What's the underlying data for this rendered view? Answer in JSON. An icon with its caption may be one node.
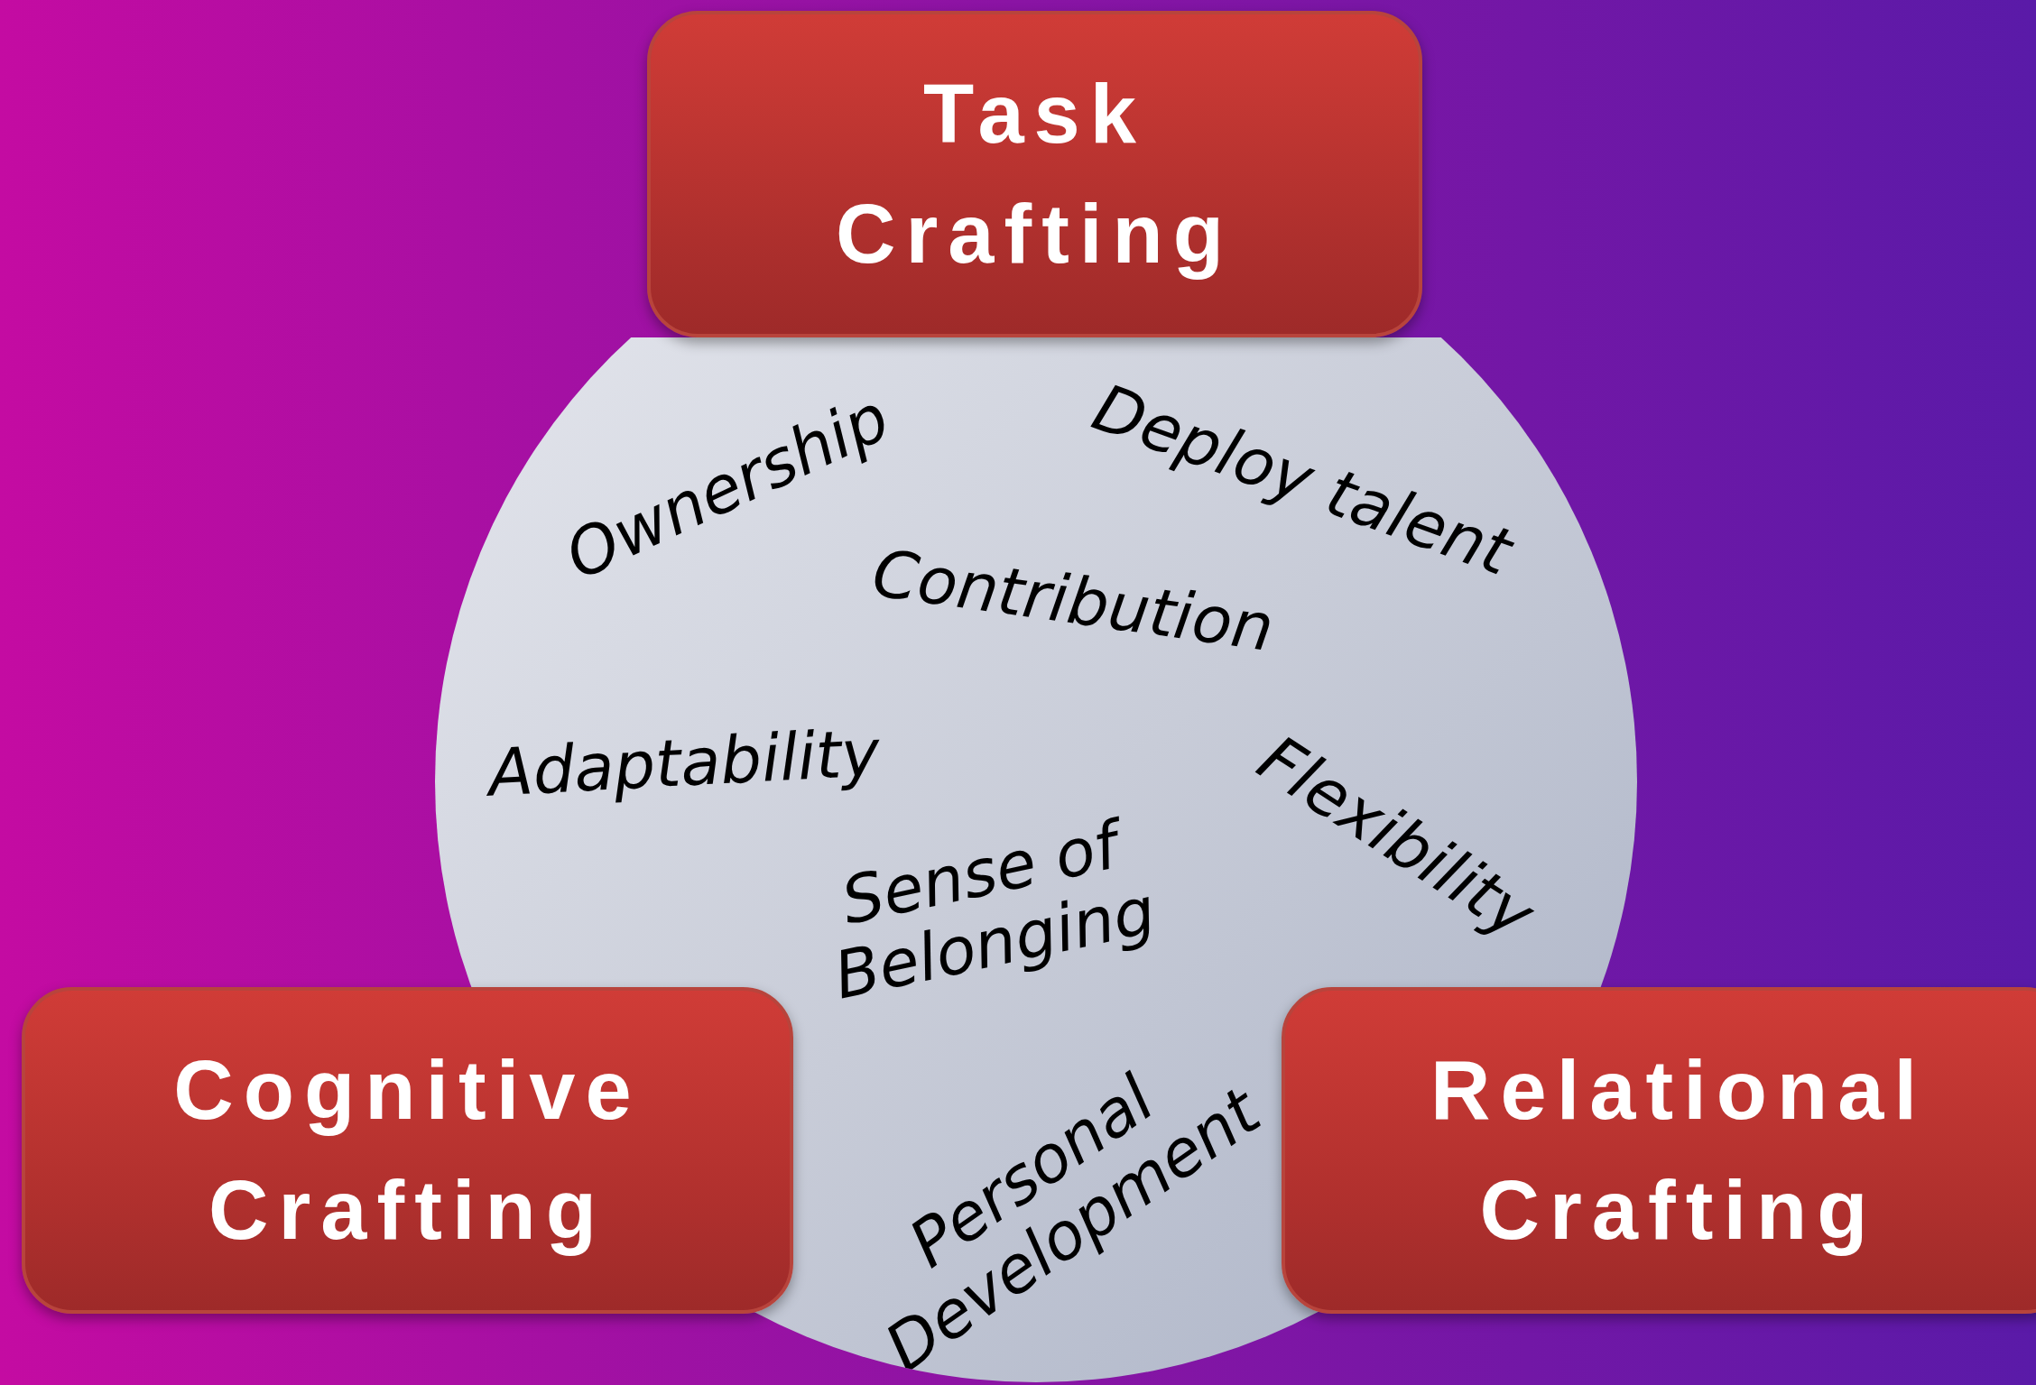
{
  "diagram": {
    "nodes": [
      {
        "text": [
          "Ownership",
          "Deploy talent",
          "Contribution",
          "Adaptability",
          "Flexibility",
          "Sense of Belonging",
          "Personal Development"
        ]
      },
      {
        "text": [
          "Task Crafting"
        ]
      },
      {
        "text": [
          "Cognitive Crafting"
        ]
      },
      {
        "text": [
          "Relational Crafting"
        ]
      }
    ]
  }
}
